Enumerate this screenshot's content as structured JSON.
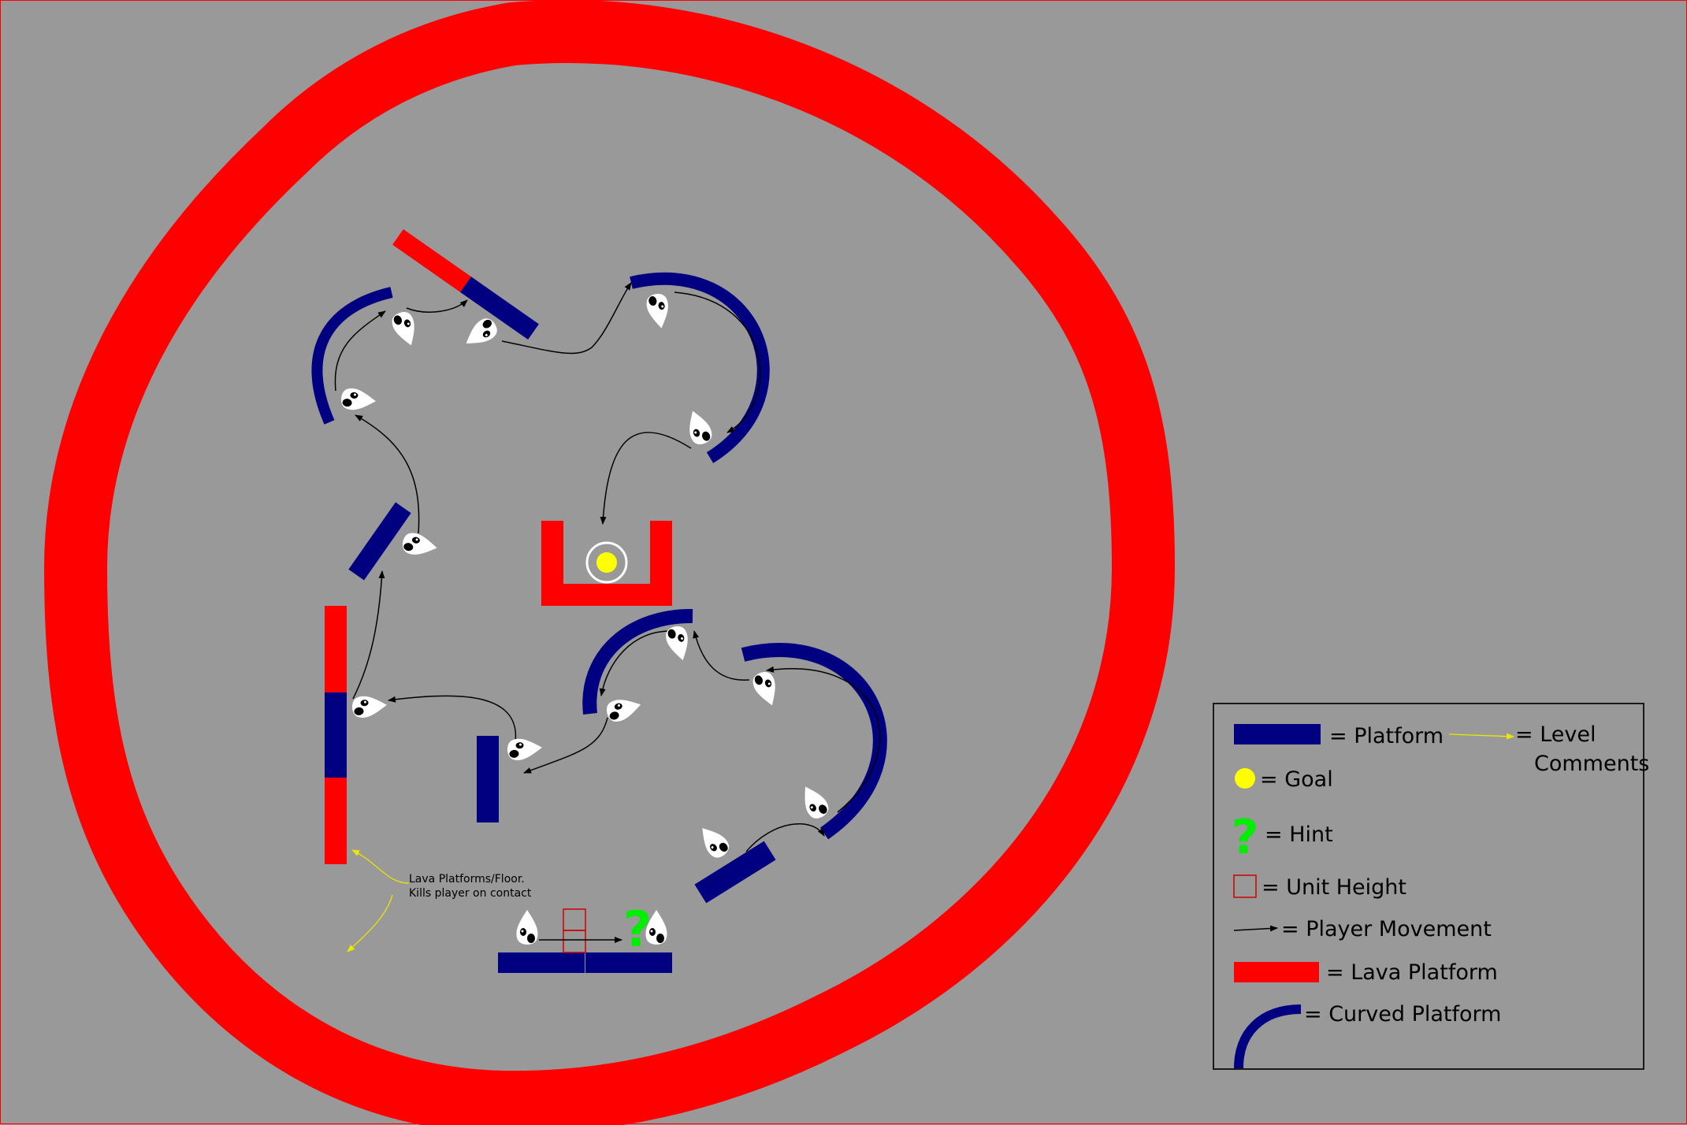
{
  "level": {
    "comment_lines": [
      "Lava Platforms/Floor.",
      "Kills player on contact"
    ],
    "hint_glyph": "?"
  },
  "legend": {
    "platform": "= Platform",
    "level_comments_line1": "= Level",
    "level_comments_line2": "Comments",
    "goal": "= Goal",
    "hint": "= Hint",
    "unit_height": "= Unit Height",
    "player_movement": "= Player Movement",
    "lava_platform": "= Lava Platform",
    "curved_platform": "= Curved Platform"
  },
  "colors": {
    "background": "#999999",
    "lava": "#ff0000",
    "platform": "#000080",
    "goal": "#ffff00",
    "hint": "#00ee00",
    "comment_arrow": "#e8e800",
    "movement_arrow": "#000000",
    "player": "#ffffff"
  },
  "icons": {
    "player": "player-character-icon",
    "goal": "goal-orb-icon",
    "hint": "question-mark-icon"
  }
}
